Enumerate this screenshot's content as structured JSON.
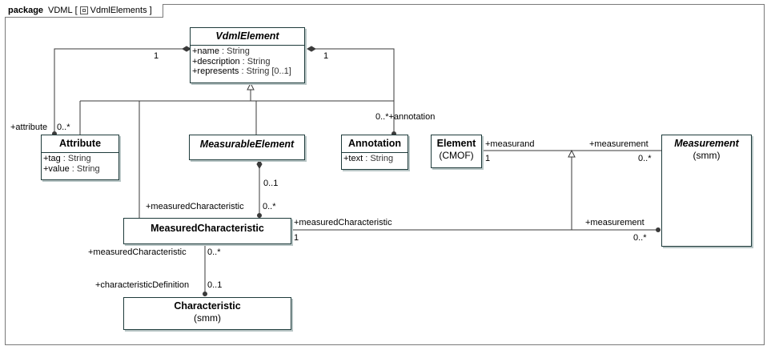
{
  "package": {
    "keyword": "package",
    "name": "VDML",
    "bracket_open": "[",
    "diagram_name": "VdmlElements",
    "bracket_close": "]"
  },
  "classes": {
    "vdml_element": {
      "name": "VdmlElement",
      "attributes": [
        {
          "name": "+name",
          "type": " : String"
        },
        {
          "name": "+description",
          "type": " : String"
        },
        {
          "name": "+represents",
          "type": " : String [0..1]"
        }
      ]
    },
    "attribute": {
      "name": "Attribute",
      "attributes": [
        {
          "name": "+tag",
          "type": " : String"
        },
        {
          "name": "+value",
          "type": " : String"
        }
      ]
    },
    "measurable_element": {
      "name": "MeasurableElement"
    },
    "annotation": {
      "name": "Annotation",
      "attributes": [
        {
          "name": "+text",
          "type": " : String"
        }
      ]
    },
    "element": {
      "name": "Element",
      "stereo": "(CMOF)"
    },
    "measurement": {
      "name": "Measurement",
      "stereo": "(smm)"
    },
    "measured_characteristic": {
      "name": "MeasuredCharacteristic"
    },
    "characteristic": {
      "name": "Characteristic",
      "stereo": "(smm)"
    }
  },
  "labels": {
    "attr_mult_vdml": "1",
    "attr_role": "+attribute",
    "attr_mult": "0..*",
    "annot_mult_vdml": "1",
    "annot_role": "0..*+annotation",
    "me_mult": "0..1",
    "me_mc_role": "+measuredCharacteristic",
    "me_mc_mult": "0..*",
    "el_role": "+measurand",
    "el_mult": "1",
    "meas_role_top": "+measurement",
    "meas_mult_top": "0..*",
    "mc_role_right": "+measuredCharacteristic",
    "mc_mult_right": "1",
    "meas_role_bottom": "+measurement",
    "meas_mult_bottom": "0..*",
    "mc_role_bottom": "+measuredCharacteristic",
    "mc_mult_bottom": "0..*",
    "char_role": "+characteristicDefinition",
    "char_mult": "0..1"
  }
}
